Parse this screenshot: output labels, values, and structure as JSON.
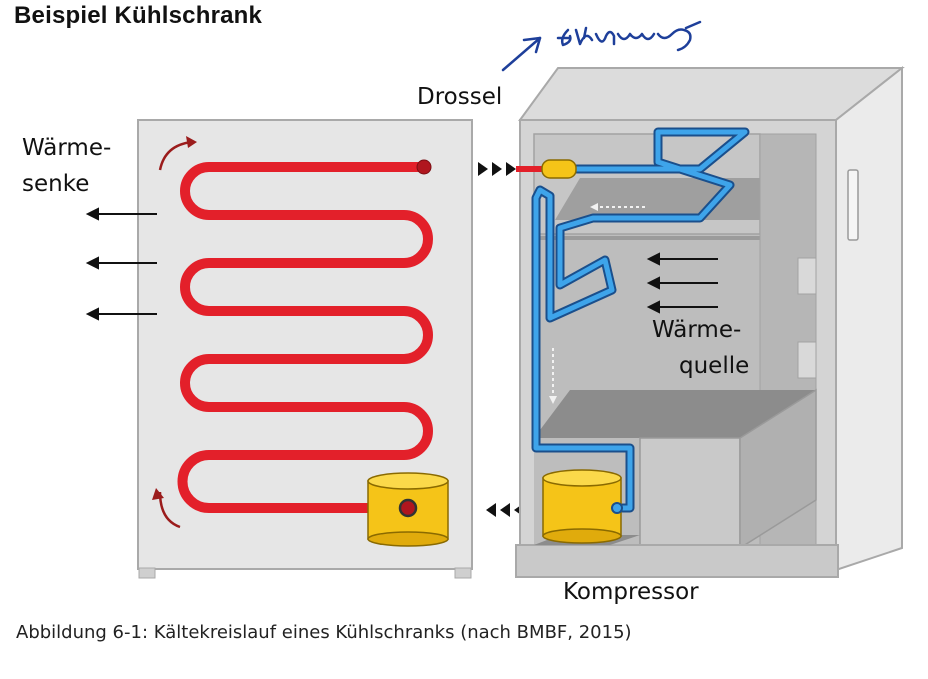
{
  "title": "Beispiel Kühlschrank",
  "labels": {
    "drossel": "Drossel",
    "waermesenke_line1": "Wärme-",
    "waermesenke_line2": "senke",
    "waermequelle_line1": "Wärme-",
    "waermequelle_line2": "quelle",
    "kompressor": "Kompressor"
  },
  "handwritten_note": "Entspannung",
  "caption": "Abbildung 6-1: Kältekreislauf eines Kühlschranks (nach BMBF, 2015)",
  "colors": {
    "condenser_pipe": "#e3202a",
    "evaporator_pipe": "#2a8fdc",
    "compressor": "#f5c418",
    "panel_fill": "#e6e6e6",
    "cabinet_fill": "#d9d9d9",
    "annotation_ink": "#1e3f9a"
  }
}
